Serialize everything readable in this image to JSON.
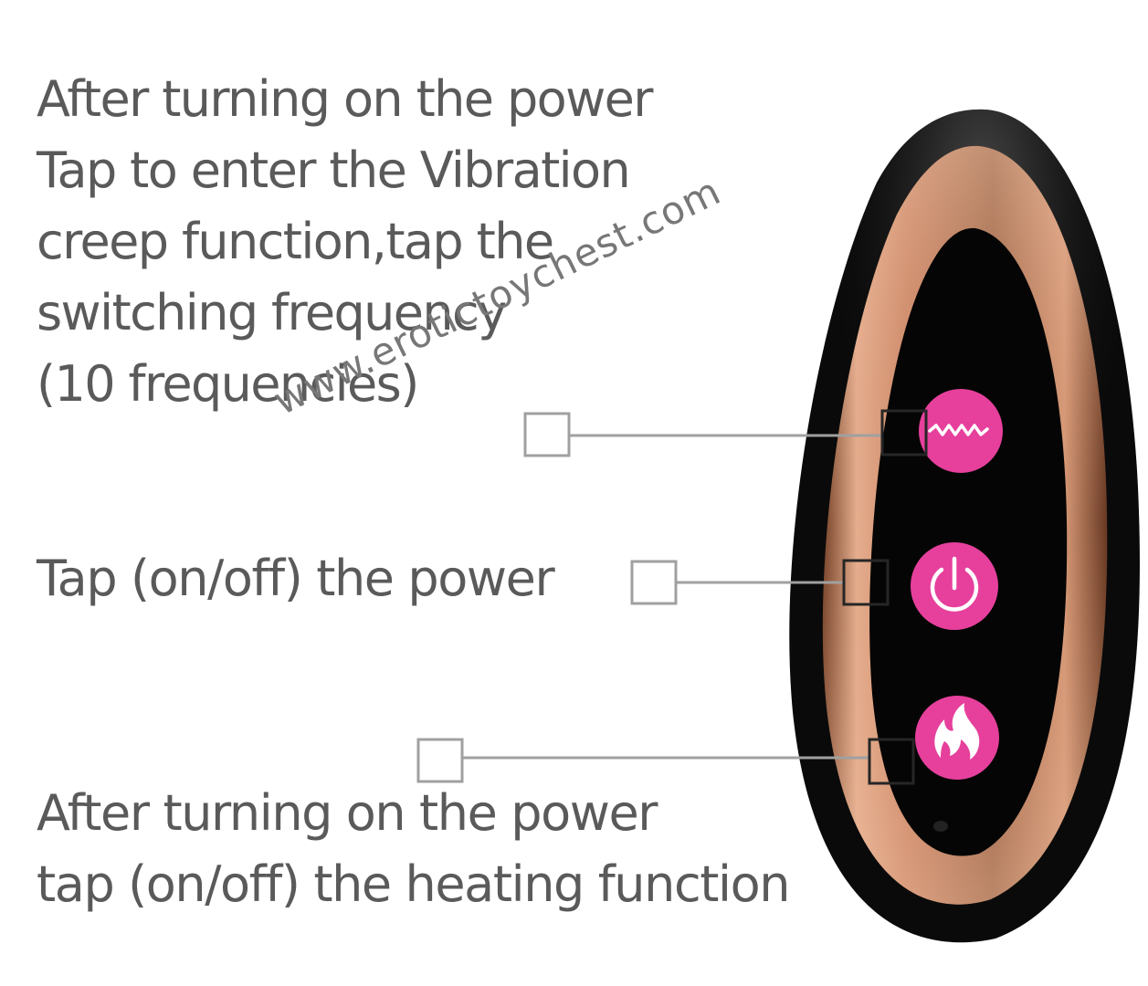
{
  "vibration_label": {
    "lines": [
      "After turning on the power",
      "Tap to enter the Vibration",
      "creep function,tap the",
      "switching frequency",
      "(10 frequencies)"
    ]
  },
  "power_label": {
    "lines": [
      "Tap (on/off) the power"
    ]
  },
  "heating_label": {
    "lines": [
      "After turning on the power",
      "tap (on/off) the heating function"
    ]
  },
  "watermark": "www.erotictoychest.com",
  "buttons": [
    {
      "name": "vibration-button",
      "icon": "wave-icon"
    },
    {
      "name": "power-button",
      "icon": "power-icon"
    },
    {
      "name": "heating-button",
      "icon": "flame-icon"
    }
  ],
  "colors": {
    "text": "#5a5a5a",
    "button_pink": "#e6409c",
    "device_black": "#0a0a0a",
    "rose_gold": "#d89a78",
    "callout_line": "#a0a0a0"
  }
}
